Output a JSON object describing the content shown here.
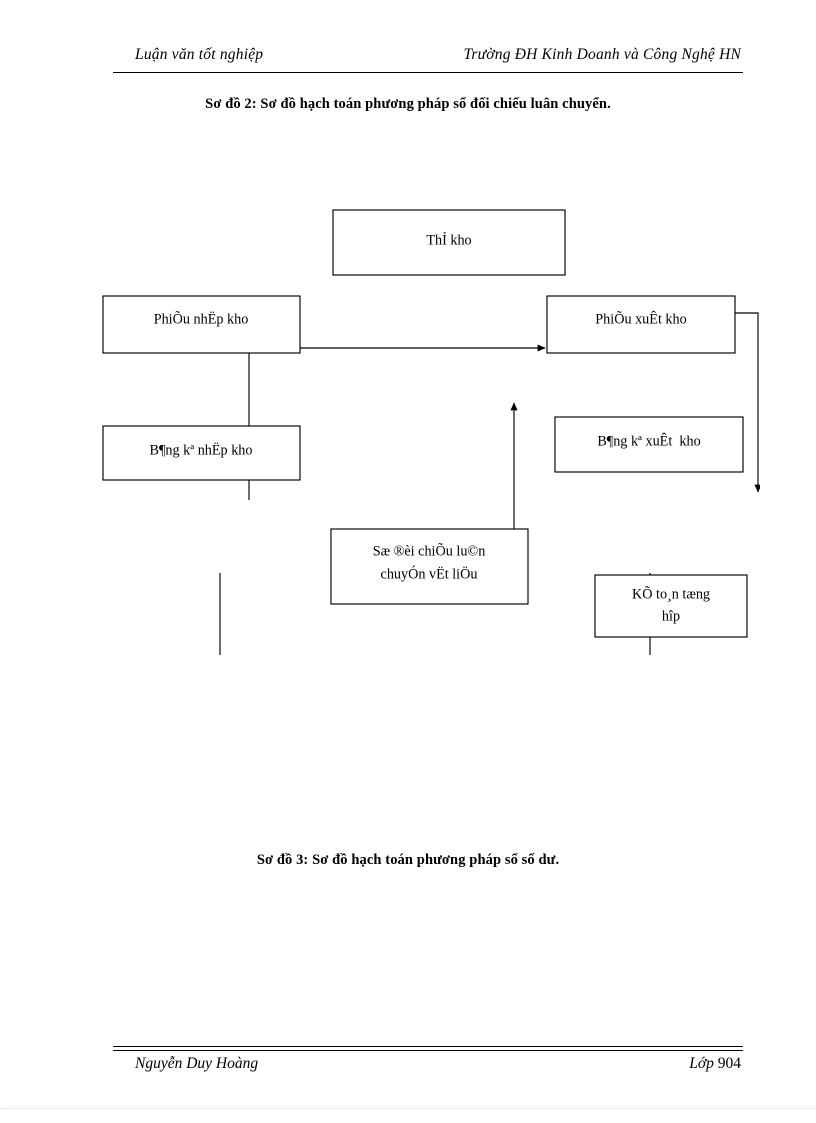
{
  "document": {
    "header": {
      "left": "Luận văn tốt nghiệp",
      "right": "Trường ĐH Kinh Doanh và Công Nghệ HN"
    },
    "footer": {
      "left": "Nguyễn Duy Hoàng",
      "right_label": "Lớp",
      "right_value": "904"
    },
    "captions": {
      "diagram_2": "Sơ đồ 2: Sơ đồ hạch toán phương pháp sổ đối chiếu luân chuyển.",
      "diagram_3": "Sơ đồ 3: Sơ đồ hạch toán phương pháp sổ số dư."
    }
  },
  "diagram": {
    "nodes": {
      "the_kho": "ThỈ kho",
      "phieu_nhap_kho": "PhiÕu nhËp kho",
      "phieu_xuat_kho": "PhiÕu xuÊt kho",
      "bang_ke_nhap_kho": "B¶ng kª nhËp kho",
      "bang_ke_xuat_kho": "B¶ng kª xuÊt  kho",
      "so_doi_chieu_line1": "Sæ ®èi chiÕu lu©n",
      "so_doi_chieu_line2": "chuyÓn vËt liÖu",
      "ke_toan_line1": "KÕ to¸n tæng",
      "ke_toan_line2": "hîp"
    },
    "colors": {
      "stroke": "#000000",
      "fill": "#ffffff",
      "page": "#ffffff"
    }
  }
}
